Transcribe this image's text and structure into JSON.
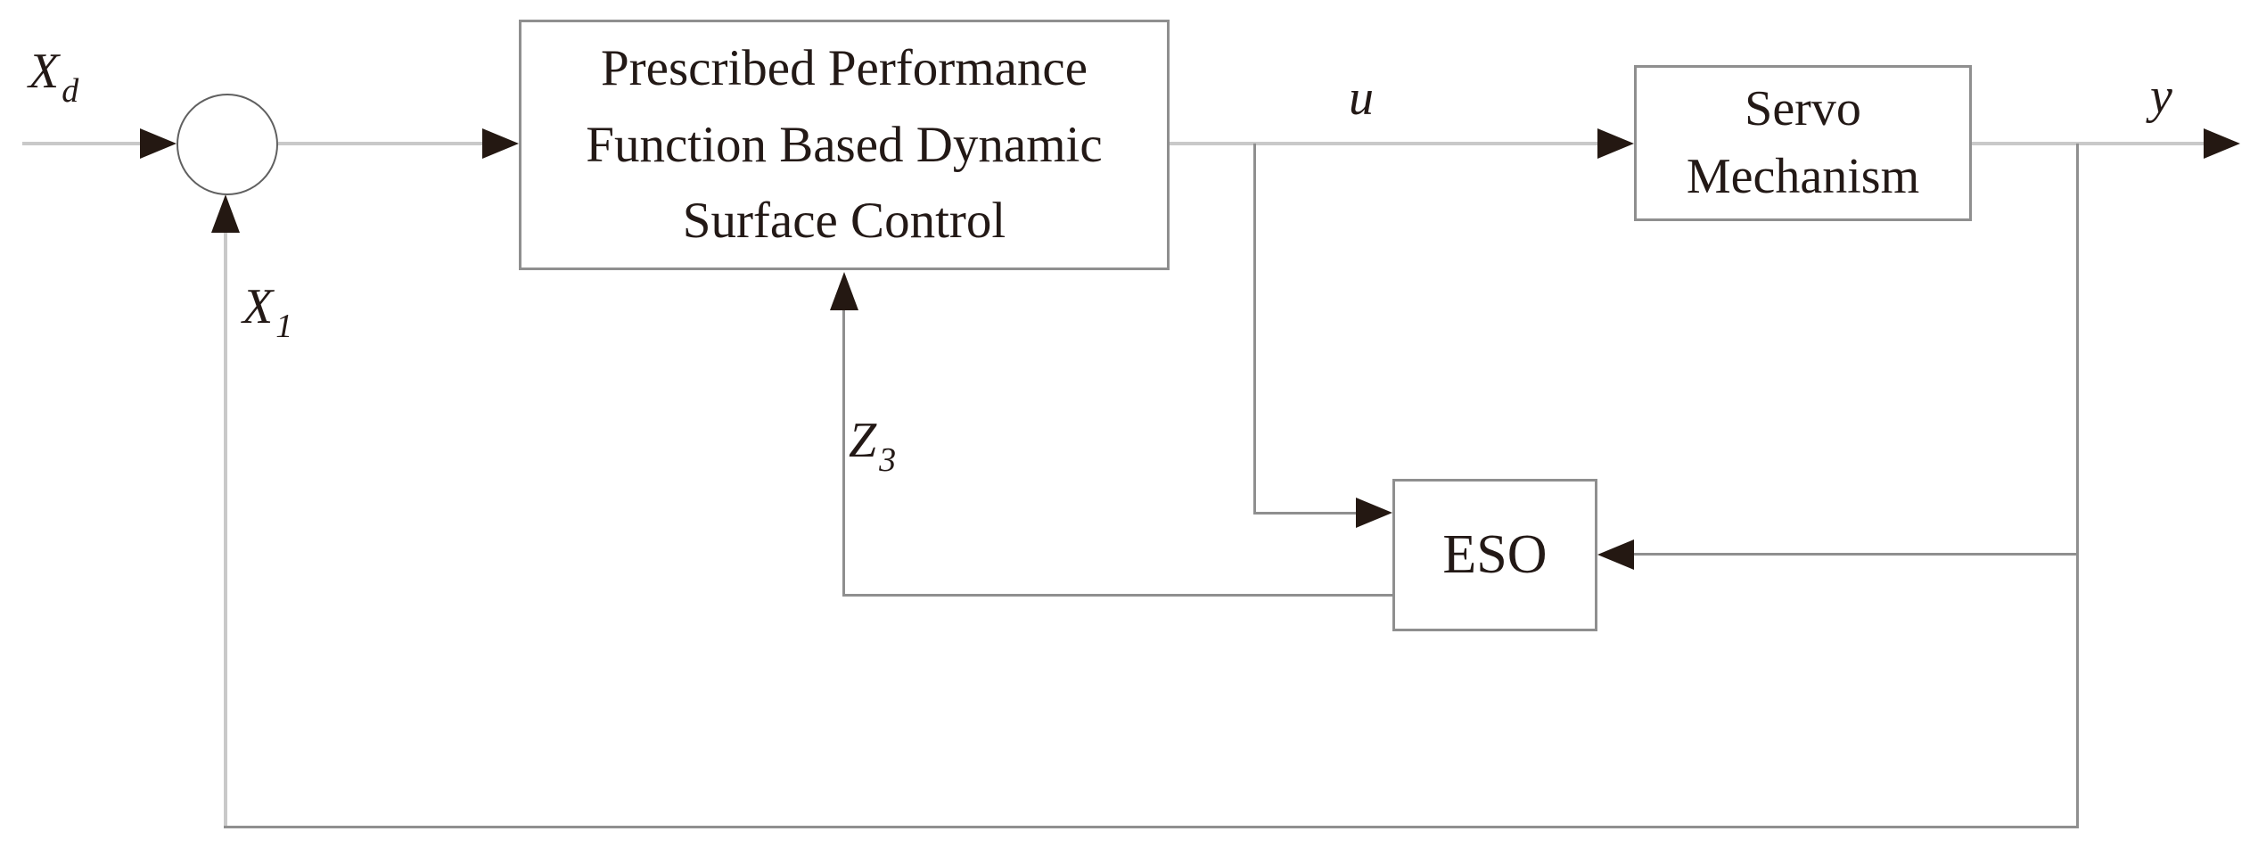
{
  "figure": {
    "type": "control-block-diagram",
    "blocks": {
      "controller": {
        "label_lines": [
          "Prescribed Performance",
          "Function Based Dynamic",
          "Surface Control"
        ]
      },
      "servo": {
        "label_lines": [
          "Servo",
          "Mechanism"
        ]
      },
      "eso": {
        "label": "ESO"
      }
    },
    "signals": {
      "xd": {
        "base": "X",
        "sub": "d"
      },
      "x1": {
        "base": "X",
        "sub": "1"
      },
      "u": {
        "base": "u",
        "sub": ""
      },
      "y": {
        "base": "y",
        "sub": ""
      },
      "z3": {
        "base": "Z",
        "sub": "3"
      }
    },
    "colors": {
      "background": "#ffffff",
      "text": "#231916",
      "block_border": "#8f8f8f",
      "forward_line": "#c9c9c9",
      "feedback_line": "#8f8f8f",
      "arrowhead": "#241812",
      "sum_circle_border": "#606060"
    }
  }
}
